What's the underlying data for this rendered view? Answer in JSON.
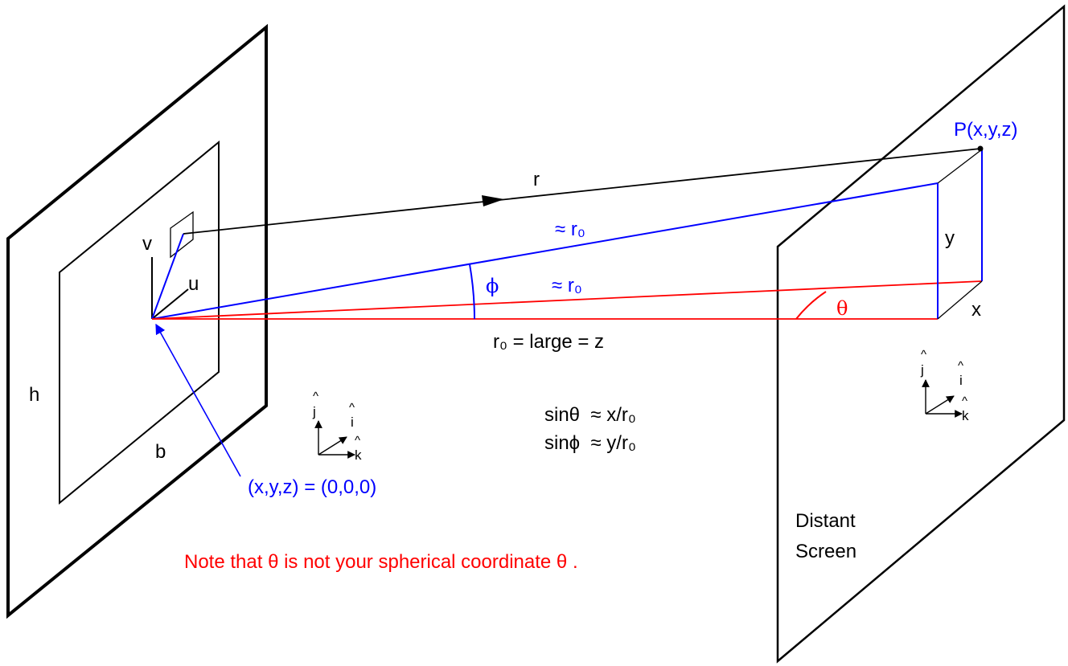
{
  "labels": {
    "r": "r",
    "r0_approx_upper": "≈ r₀",
    "r0_approx_lower": "≈ r₀",
    "point": "P(x,y,z)",
    "y": "y",
    "x": "x",
    "v": "v",
    "u": "u",
    "h": "h",
    "b": "b",
    "phi": "ϕ",
    "theta": "θ",
    "r0_large": "r₀ = large = z",
    "sin_theta": "sinθ  ≈ x/r₀",
    "sin_phi": "sinϕ  ≈ y/r₀",
    "origin": "(x,y,z) = (0,0,0)",
    "note": "Note that θ is not your spherical coordinate θ .",
    "screen_line1": "Distant",
    "screen_line2": "Screen"
  },
  "axes_left": {
    "j": "j",
    "i": "i",
    "k": "k",
    "hat": "^"
  },
  "axes_right": {
    "j": "j",
    "i": "i",
    "k": "k",
    "hat": "^"
  },
  "colors": {
    "black": "#000000",
    "blue": "#0000ff",
    "red": "#ff0000"
  }
}
